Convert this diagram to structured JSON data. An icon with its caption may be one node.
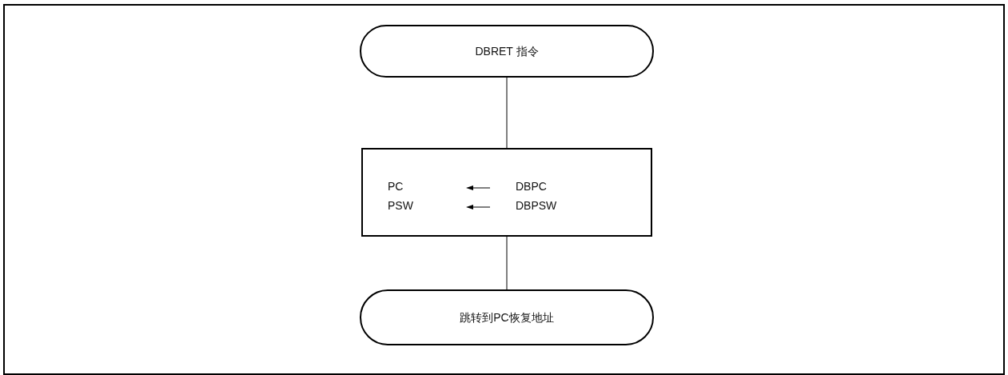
{
  "diagram": {
    "nodes": [
      {
        "text": [
          "DBRET 指令"
        ]
      },
      {
        "text": [
          "PC",
          "DBPC",
          "PSW",
          "DBPSW"
        ]
      },
      {
        "text": [
          "跳转到PC恢复地址"
        ]
      }
    ],
    "edges": [
      {
        "from": 0,
        "to": 1,
        "arrow": "none"
      },
      {
        "from": 1,
        "to": 2,
        "arrow": "none"
      }
    ]
  }
}
